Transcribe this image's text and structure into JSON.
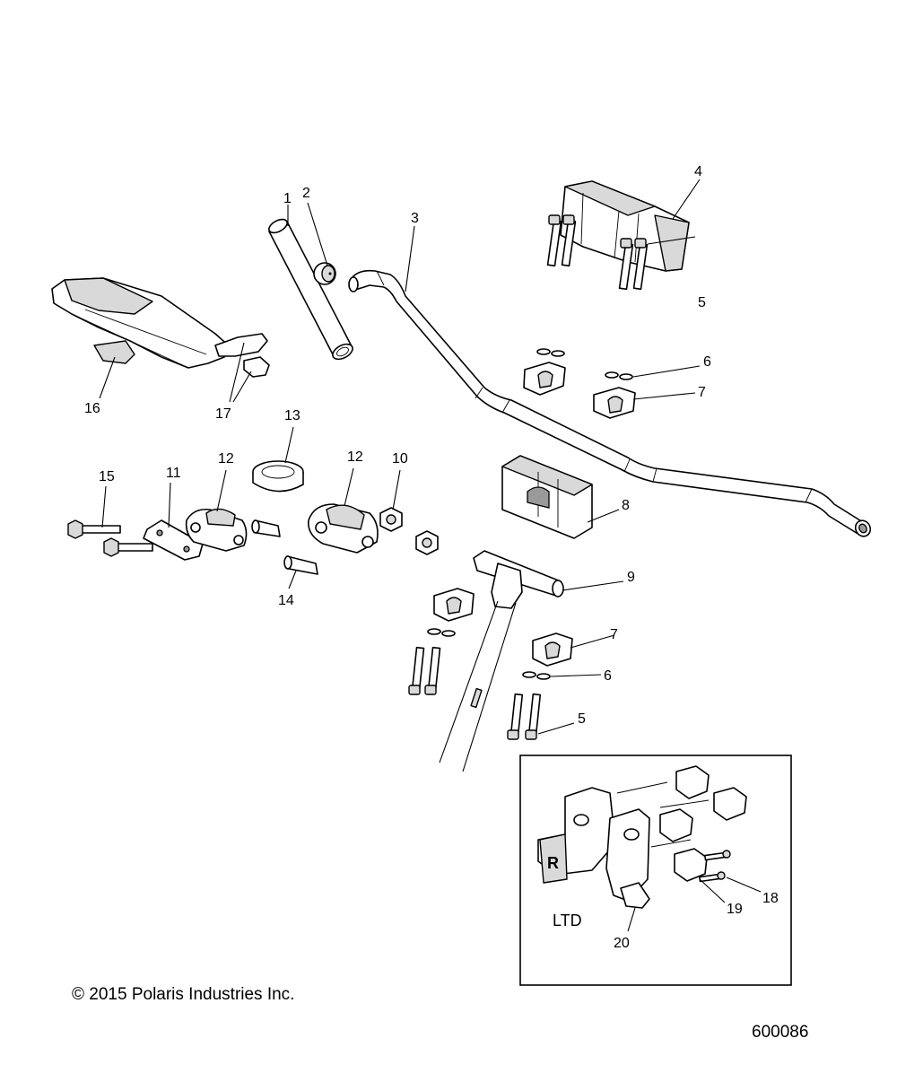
{
  "copyright": "© 2015 Polaris Industries Inc.",
  "drawing_number": "600086",
  "inset_label": "LTD",
  "callouts": {
    "c1": "1",
    "c2": "2",
    "c3": "3",
    "c4": "4",
    "c5a": "5",
    "c5b": "5",
    "c6a": "6",
    "c6b": "6",
    "c7a": "7",
    "c7b": "7",
    "c8": "8",
    "c9": "9",
    "c10": "10",
    "c11": "11",
    "c12a": "12",
    "c12b": "12",
    "c13": "13",
    "c14": "14",
    "c15": "15",
    "c16": "16",
    "c17": "17",
    "c18": "18",
    "c19": "19",
    "c20": "20"
  }
}
